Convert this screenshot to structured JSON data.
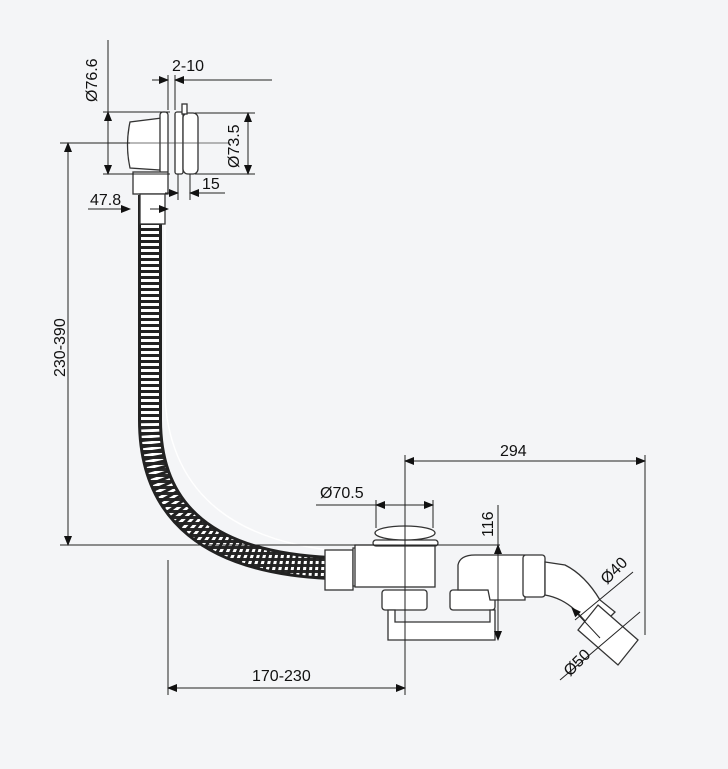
{
  "drawing": {
    "title": "Bath waste and overflow set dimension drawing",
    "line_color": "#222222",
    "background": "#f4f5f7",
    "dimensions": {
      "overflow_outer_diameter": "Ø76.6",
      "wall_thickness_range": "2-10",
      "overflow_cover_diameter": "Ø73.5",
      "cover_depth": "15",
      "overflow_body_depth": "47.8",
      "vertical_distance": "230-390",
      "overall_length": "294",
      "drain_diameter": "Ø70.5",
      "trap_height": "116",
      "outlet_inner_diameter": "Ø40",
      "outlet_outer_diameter": "Ø50",
      "horizontal_distance": "170-230"
    }
  }
}
